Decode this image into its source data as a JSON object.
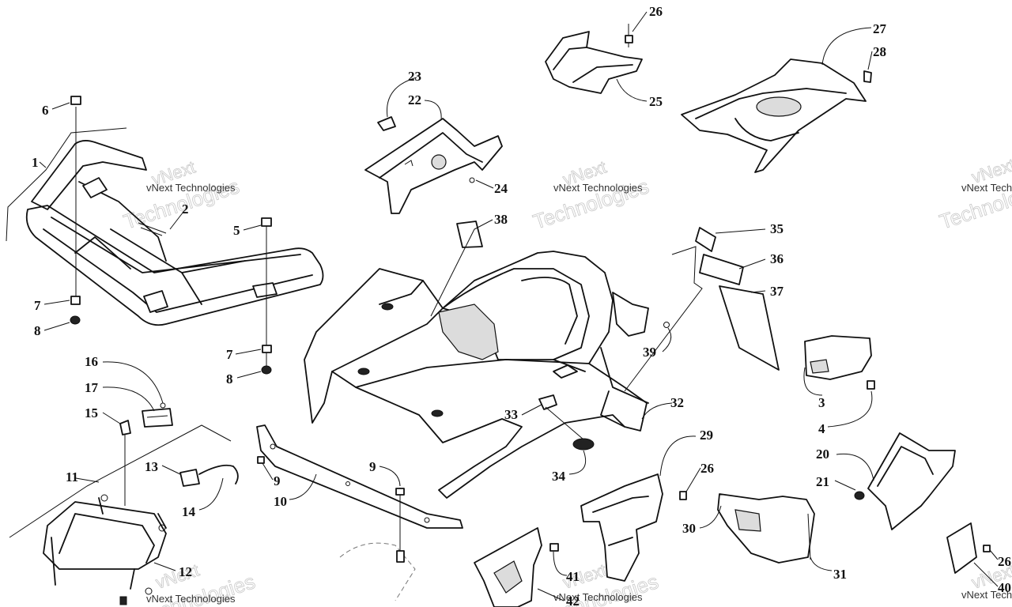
{
  "watermark": {
    "company": "vNext Technologies",
    "brand_top": "vNext",
    "brand_bottom": "Technologies"
  },
  "callouts": [
    "1",
    "2",
    "3",
    "4",
    "5",
    "6",
    "7",
    "7",
    "8",
    "8",
    "9",
    "9",
    "10",
    "11",
    "12",
    "13",
    "14",
    "15",
    "16",
    "17",
    "20",
    "21",
    "22",
    "23",
    "24",
    "25",
    "26",
    "26",
    "26",
    "27",
    "28",
    "29",
    "30",
    "31",
    "32",
    "33",
    "34",
    "35",
    "36",
    "37",
    "38",
    "39",
    "40",
    "41",
    "42"
  ]
}
